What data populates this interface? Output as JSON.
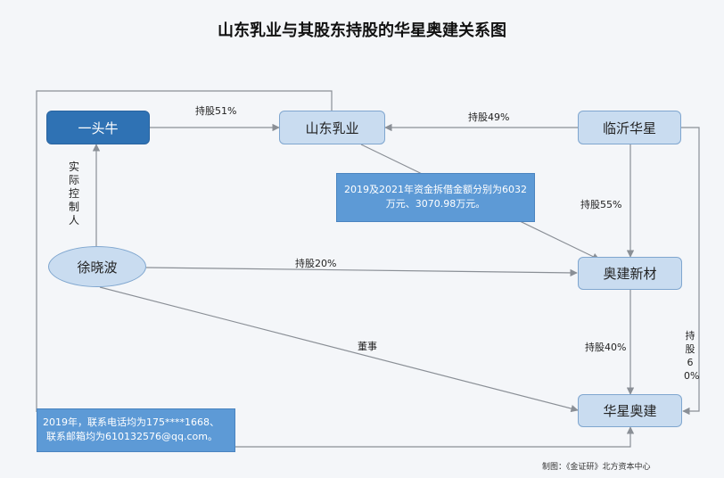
{
  "title": "山东乳业与其股东持股的华星奥建关系图",
  "nodes": {
    "yitouniu": "一头牛",
    "shandong": "山东乳业",
    "linyi": "临沂华星",
    "xuxiaobo": "徐晓波",
    "aojian": "奥建新材",
    "huaxing": "华星奥建"
  },
  "notes": {
    "loan": "2019及2021年资金拆借金额分别为6032万元、3070.98万元。",
    "contact_line1": "2019年，联系电话均为175****1668、",
    "contact_line2": "联系邮箱均为610132576@qq.com。"
  },
  "edge_labels": {
    "yitouniu_shandong": "持股51%",
    "linyi_shandong": "持股49%",
    "linyi_aojian": "持股55%",
    "xuxiaobo_aojian": "持股20%",
    "xuxiaobo_yitouniu": "实际控制人",
    "xuxiaobo_huaxing": "董事",
    "aojian_huaxing": "持股40%",
    "linyi_huaxing": "持股60%"
  },
  "footer": "制图：《金证研》北方资本中心",
  "colors": {
    "dark_node": "#2f72b4",
    "light_node": "#c9dcf0",
    "note": "#5d9ad6",
    "edge": "#8a8f96"
  }
}
